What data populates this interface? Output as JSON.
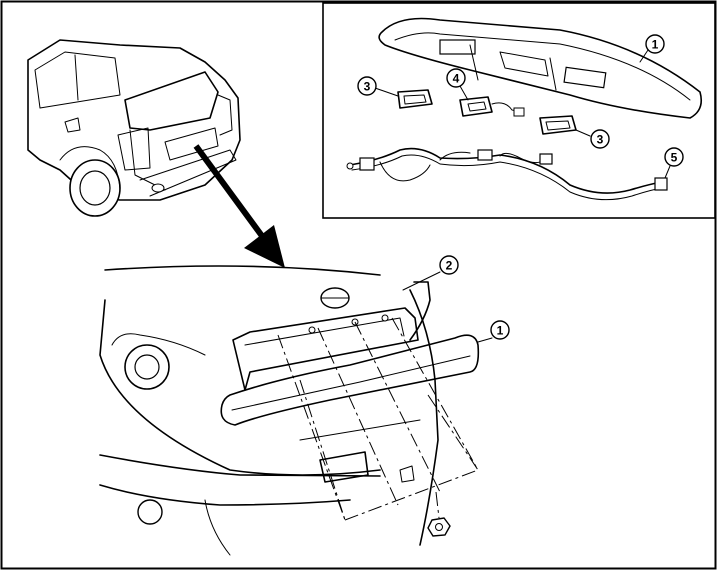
{
  "callouts": [
    {
      "id": "c1-inset",
      "number": "1"
    },
    {
      "id": "c3-left",
      "number": "3"
    },
    {
      "id": "c4",
      "number": "4"
    },
    {
      "id": "c3-right",
      "number": "3"
    },
    {
      "id": "c5",
      "number": "5"
    },
    {
      "id": "c2",
      "number": "2"
    },
    {
      "id": "c1-main",
      "number": "1"
    }
  ]
}
